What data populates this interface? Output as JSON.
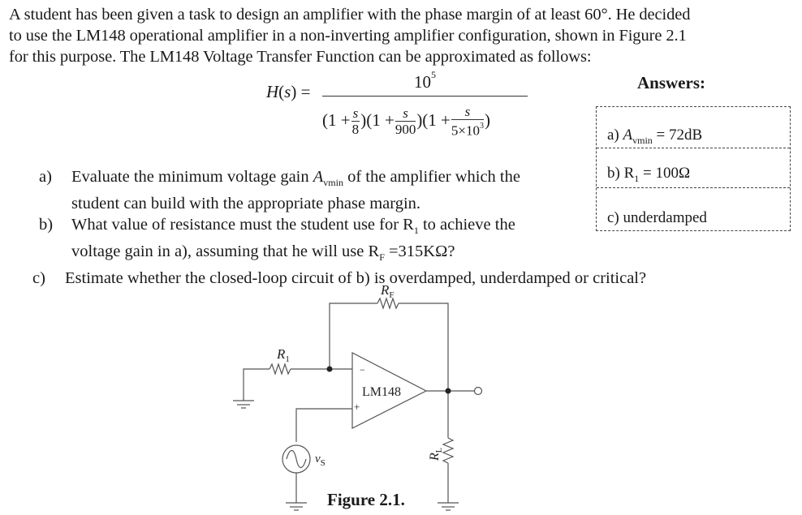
{
  "intro": {
    "lines": [
      "A student has been given a task to design an amplifier with the phase margin of at least 60°. He decided",
      "to use the LM148 operational amplifier in a non-inverting amplifier configuration, shown in Figure 2.1",
      "for this purpose. The LM148 Voltage Transfer Function can be approximated as follows:"
    ]
  },
  "formula": {
    "lhs": "H",
    "lhs_arg": "s",
    "numerator_base": "10",
    "numerator_exp": "5",
    "factors": [
      {
        "num": "s",
        "den": "8",
        "den_exp": ""
      },
      {
        "num": "s",
        "den": "900",
        "den_exp": ""
      },
      {
        "num": "s",
        "den": "5×10",
        "den_exp": "3"
      }
    ]
  },
  "answers": {
    "title": "Answers:",
    "items": [
      {
        "prefix": "a) ",
        "symbol": "A",
        "sub": "vmin",
        "value": " = 72dB"
      },
      {
        "prefix": "b) R",
        "sub": "1",
        "value": " = 100Ω"
      },
      {
        "prefix": "c) ",
        "value": "underdamped"
      }
    ]
  },
  "questions": [
    {
      "label": "a)",
      "lines": [
        "Evaluate the minimum voltage gain ",
        "A",
        "vmin",
        " of the amplifier which the",
        "student can build with the appropriate phase margin."
      ]
    },
    {
      "label": "b)",
      "lines": [
        "What value of resistance must the student use for R",
        "1",
        " to achieve the",
        "voltage gain in a), assuming that he will use R",
        "F",
        " =315KΩ?"
      ]
    },
    {
      "label": "c)",
      "lines": [
        "Estimate whether the closed-loop circuit of b) is overdamped, underdamped or critical?"
      ]
    }
  ],
  "figure": {
    "caption": "Figure 2.1.",
    "opamp_label": "LM148",
    "minus": "−",
    "plus": "+",
    "labels": {
      "rf": "R",
      "rf_sub": "F",
      "r1": "R",
      "r1_sub": "1",
      "rl": "R",
      "rl_sub": "L",
      "vs": "v",
      "vs_sub": "S"
    }
  }
}
